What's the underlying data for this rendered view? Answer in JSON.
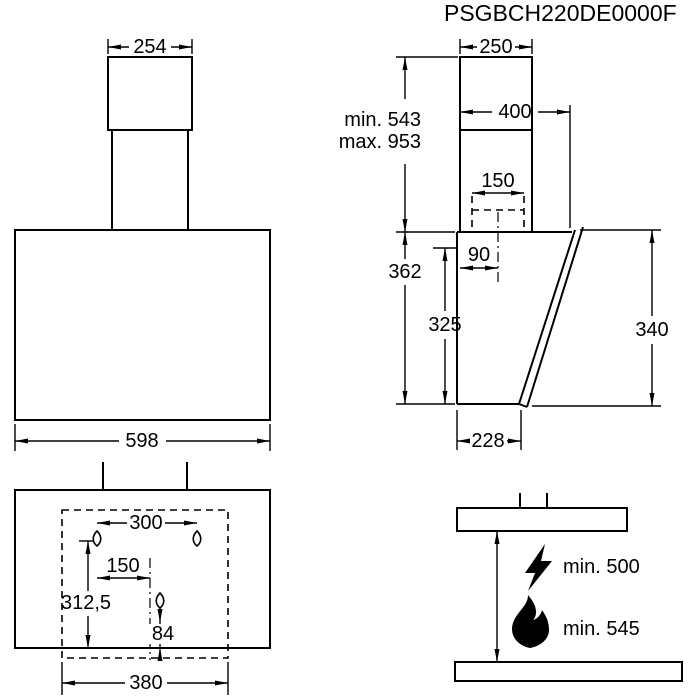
{
  "title": "PSGBCH220DE0000F",
  "colors": {
    "line": "#000000",
    "background": "#ffffff"
  },
  "front_view": {
    "chimney_width": "254",
    "body_width": "598"
  },
  "side_view": {
    "chimney_depth": "250",
    "top_depth": "400",
    "height_min": "min. 543",
    "height_max": "max. 953",
    "duct_diameter": "150",
    "duct_offset": "90",
    "body_height": "362",
    "mount_height": "325",
    "front_panel_height": "340",
    "bottom_depth": "228"
  },
  "mounting_view": {
    "hole_spacing_top": "300",
    "hole_center_offset": "150",
    "hole_drop": "312,5",
    "bottom_hole_offset": "84",
    "template_width": "380"
  },
  "clearance_view": {
    "electric_clearance": "min. 500",
    "gas_clearance": "min. 545"
  }
}
